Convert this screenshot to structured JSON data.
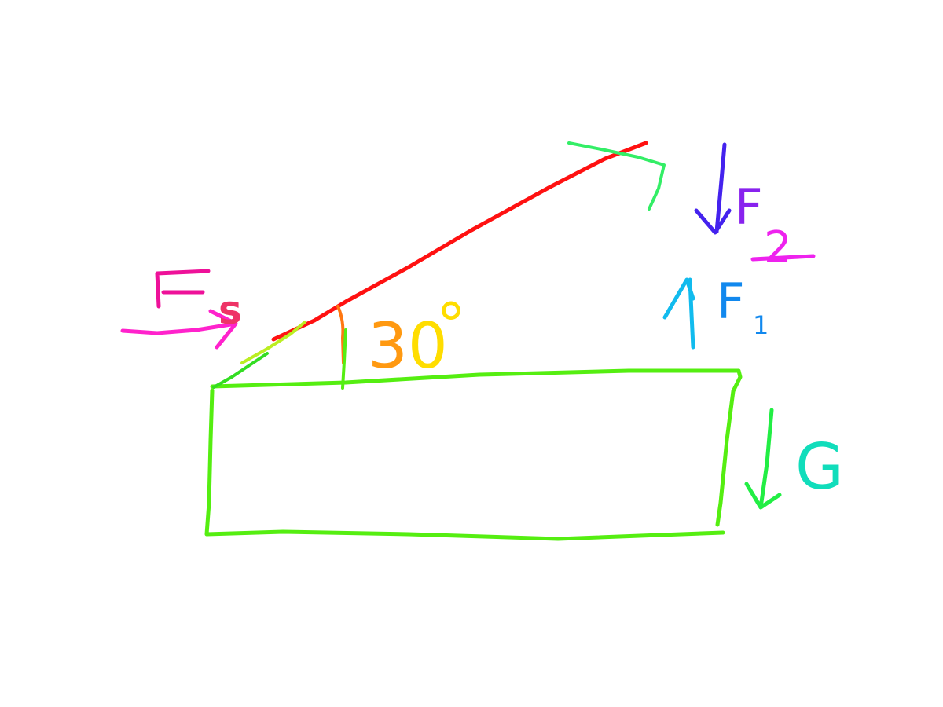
{
  "labels": {
    "force_s": {
      "letter": "F",
      "subscript": "s"
    },
    "force_2": {
      "letter": "F",
      "subscript": "2"
    },
    "force_1": {
      "letter": "F",
      "subscript": "1"
    },
    "weight": "G",
    "angle": {
      "number": "30",
      "unit": "°"
    }
  },
  "colors": {
    "block": "#55ee11",
    "incline": "#ff1111",
    "label_fs": "#ee1199",
    "arrow_fs": "#ff22cc",
    "label_f2_letter": "#8822ee",
    "label_f2_sub": "#ee22ee",
    "arrow_f2": "#4422ee",
    "arrow_f1": "#11bbee",
    "label_f1": "#1188ee",
    "weight": "#11ddbb",
    "angle_three": "#ff9911",
    "angle_zero": "#ffdd00",
    "angle_arc": "#ff7711",
    "right_angle_mark": "#33ee66",
    "short_segment": "#bbee22"
  }
}
